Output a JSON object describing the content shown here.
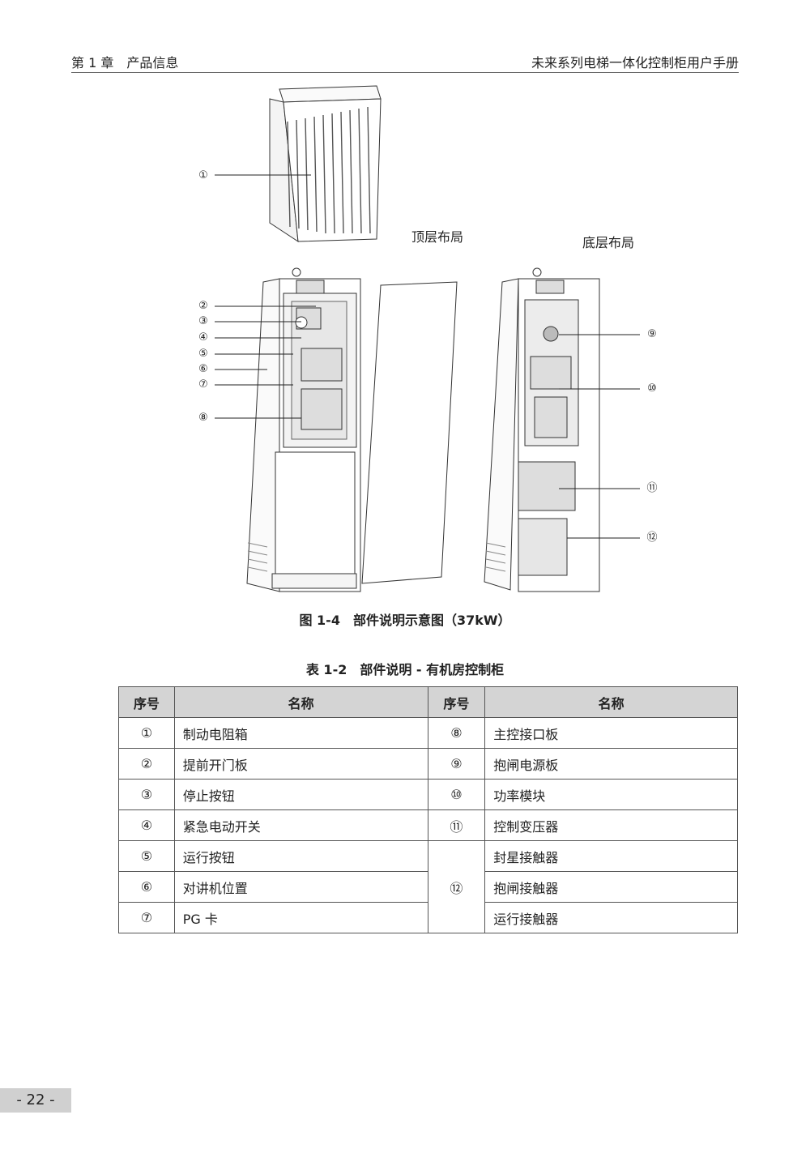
{
  "header": {
    "chapter": "第 1 章　产品信息",
    "manual_title": "未来系列电梯一体化控制柜用户手册"
  },
  "figure": {
    "labels": {
      "top_layout": "顶层布局",
      "bottom_layout": "底层布局"
    },
    "callouts": [
      "①",
      "②",
      "③",
      "④",
      "⑤",
      "⑥",
      "⑦",
      "⑧",
      "⑨",
      "⑩",
      "⑪",
      "⑫"
    ],
    "caption": "图 1-4　部件说明示意图（37kW）"
  },
  "table": {
    "caption": "表 1-2　部件说明 - 有机房控制柜",
    "headers": [
      "序号",
      "名称",
      "序号",
      "名称"
    ],
    "rows": [
      [
        "①",
        "制动电阻箱",
        "⑧",
        "主控接口板"
      ],
      [
        "②",
        "提前开门板",
        "⑨",
        "抱闸电源板"
      ],
      [
        "③",
        "停止按钮",
        "⑩",
        "功率模块"
      ],
      [
        "④",
        "紧急电动开关",
        "⑪",
        "控制变压器"
      ],
      [
        "⑤",
        "运行按钮",
        "⑫",
        "封星接触器"
      ],
      [
        "⑥",
        "对讲机位置",
        "",
        "抱闸接触器"
      ],
      [
        "⑦",
        "PG 卡",
        "",
        "运行接触器"
      ]
    ]
  },
  "footer": {
    "page_number": "- 22 -"
  }
}
